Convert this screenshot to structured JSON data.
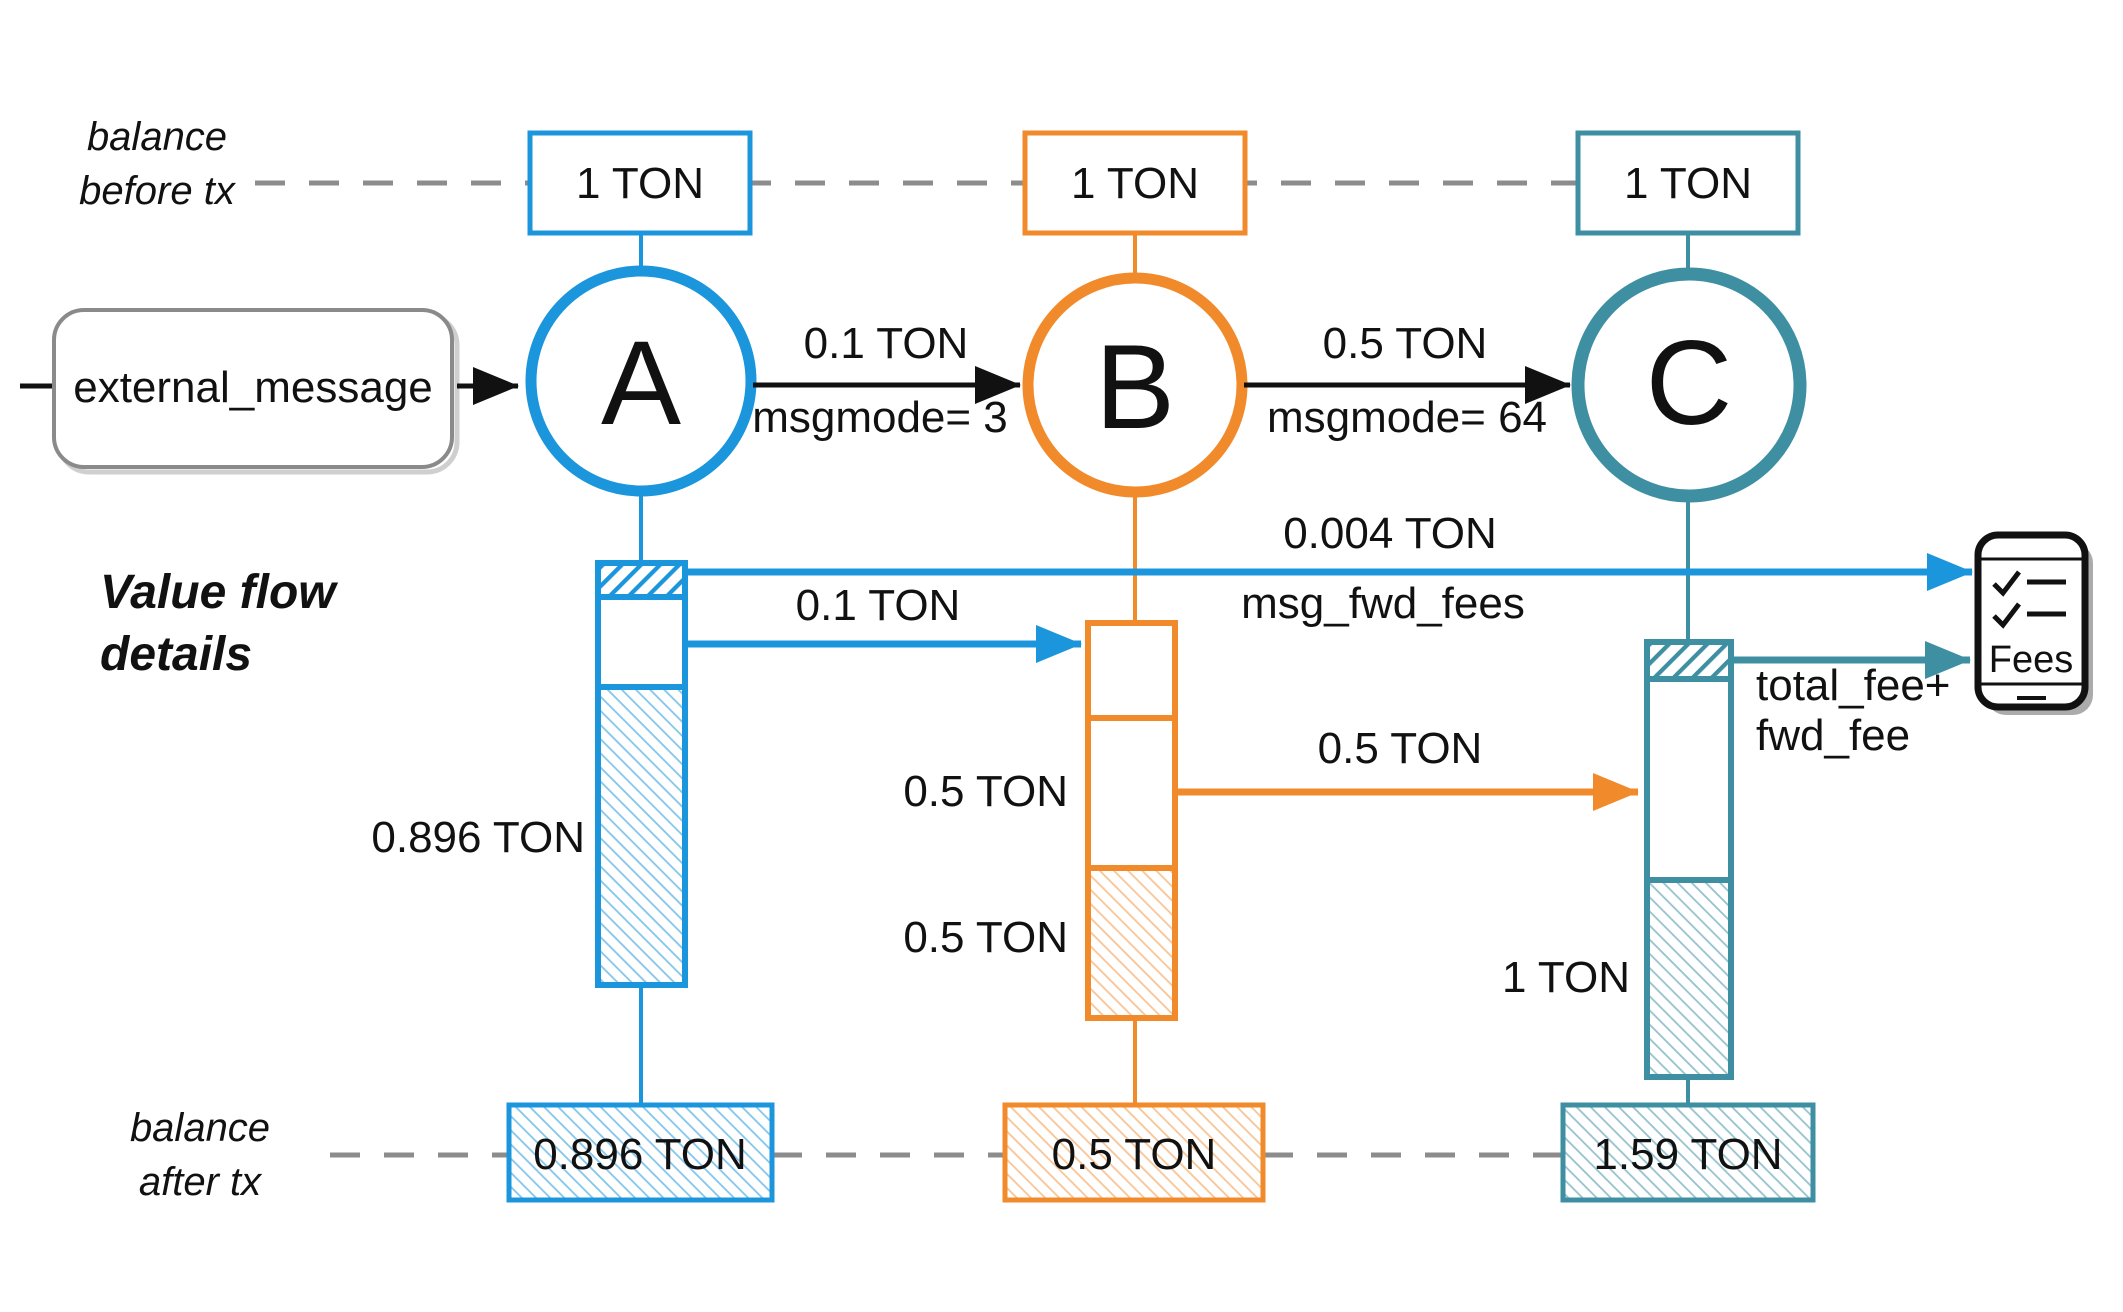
{
  "colors": {
    "blue": "#1B95DB",
    "orange": "#F18A2B",
    "teal": "#3F8FA3",
    "dash_gray": "#8C8C8C",
    "box_border_gray": "#8A8A8A",
    "text_black": "#111111"
  },
  "labels": {
    "balance_before": {
      "line1": "balance",
      "line2": "before tx"
    },
    "value_flow": {
      "line1": "Value flow",
      "line2": "details"
    },
    "balance_after": {
      "line1": "balance",
      "line2": "after tx"
    }
  },
  "external_message": {
    "label": "external_message"
  },
  "accounts": {
    "a": {
      "letter": "A",
      "balance_before": "1 TON",
      "balance_after": "0.896 TON"
    },
    "b": {
      "letter": "B",
      "balance_before": "1 TON",
      "balance_after": "0.5 TON"
    },
    "c": {
      "letter": "C",
      "balance_before": "1 TON",
      "balance_after": "1.59 TON"
    }
  },
  "messages": {
    "a_to_b": {
      "value": "0.1 TON",
      "mode": "msgmode= 3"
    },
    "b_to_c": {
      "value": "0.5 TON",
      "mode": "msgmode= 64"
    }
  },
  "flows": {
    "fwd_fee": {
      "value": "0.004 TON",
      "label": "msg_fwd_fees"
    },
    "a_to_b_value": "0.1 TON",
    "b_to_c_value": "0.5 TON",
    "total_fee": {
      "line1": "total_fee+",
      "line2": "fwd_fee"
    }
  },
  "bars": {
    "a": {
      "remaining": "0.896 TON"
    },
    "b": {
      "kept": "0.5 TON",
      "sent": "0.5 TON"
    },
    "c": {
      "remaining": "1 TON"
    }
  },
  "fees_icon": {
    "label": "Fees"
  }
}
